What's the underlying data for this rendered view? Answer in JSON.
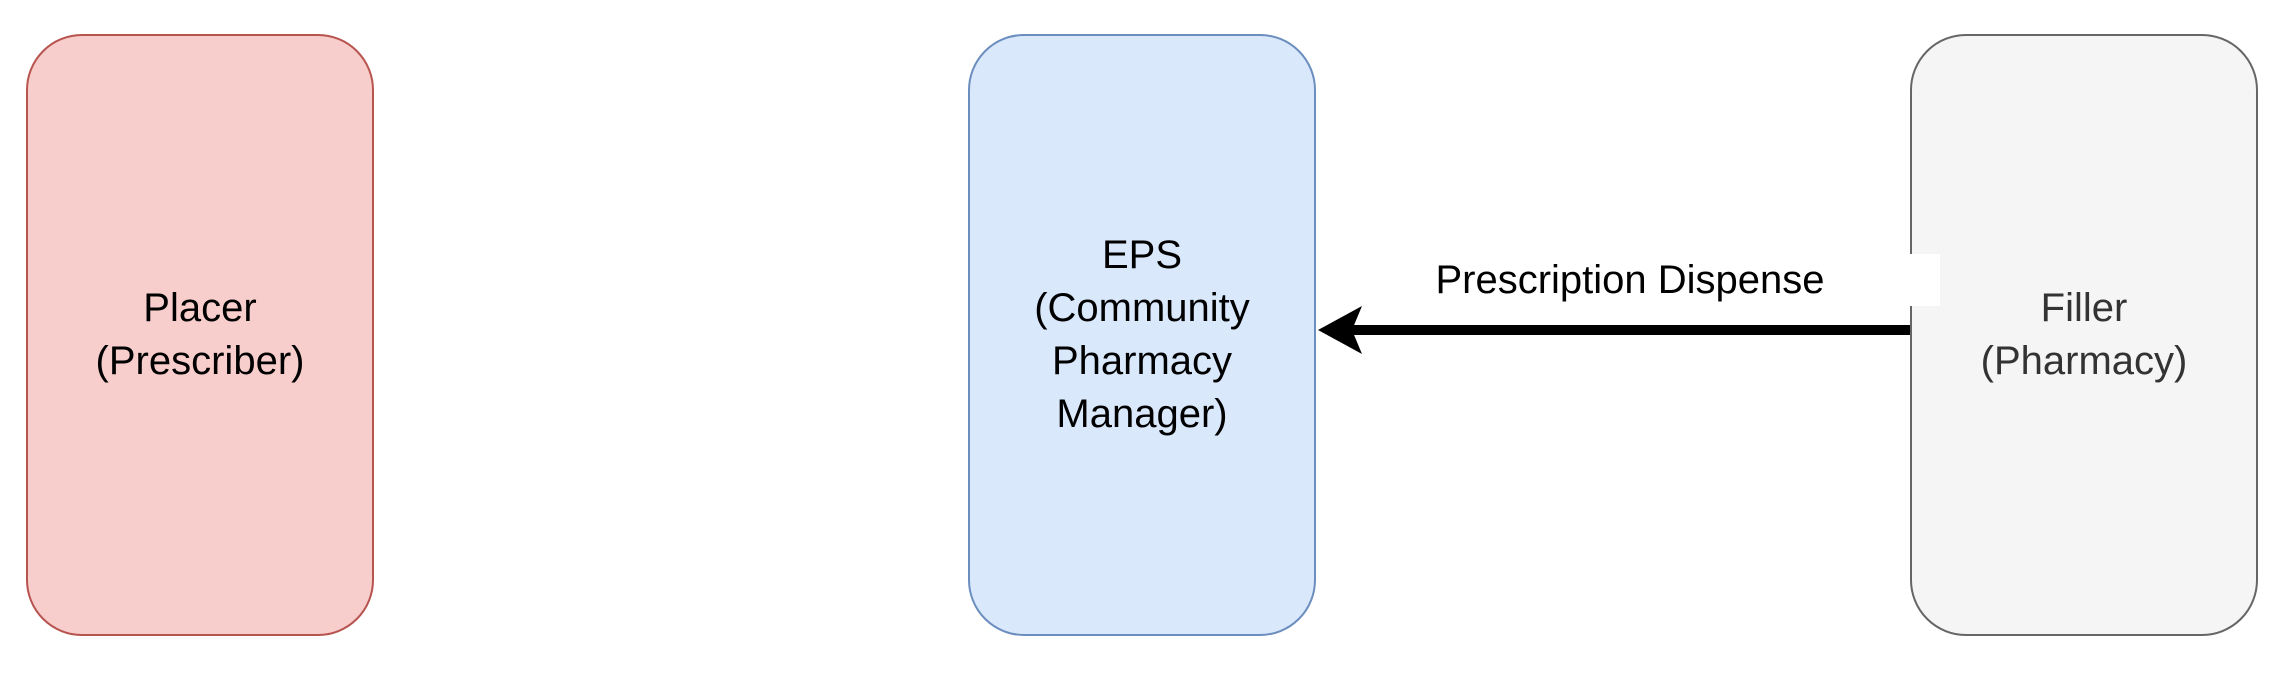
{
  "nodes": {
    "placer": {
      "line1": "Placer",
      "line2": "(Prescriber)",
      "fill": "#f8cecc",
      "stroke": "#b85450"
    },
    "eps": {
      "line1": "EPS",
      "line2": "(Community",
      "line3": "Pharmacy",
      "line4": "Manager)",
      "fill": "#dae8fc",
      "stroke": "#6c8ebf"
    },
    "filler": {
      "line1": "Filler",
      "line2": "(Pharmacy)",
      "fill": "#f5f5f5",
      "stroke": "#666666"
    }
  },
  "edges": [
    {
      "from": "Filler",
      "to": "EPS",
      "label": "Prescription Dispense",
      "color": "#000000"
    }
  ]
}
